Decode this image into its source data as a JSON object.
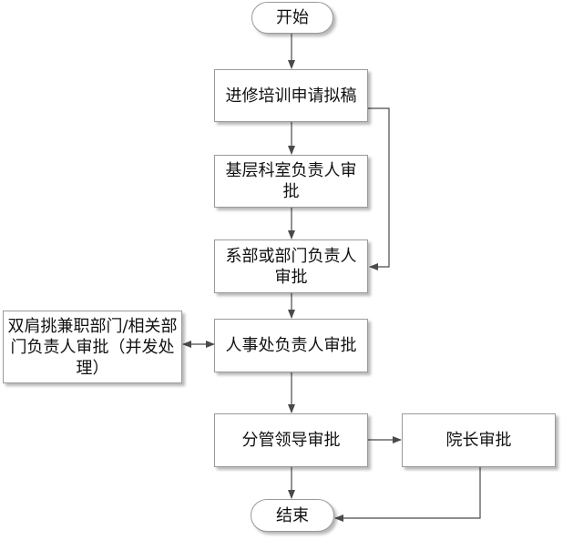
{
  "nodes": {
    "start": "开始",
    "draft": "进修培训申请拟稿",
    "dept_head": "基层科室负责人审批",
    "faculty_head": "系部或部门负责人审批",
    "hr_head": "人事处负责人审批",
    "joint_dept": "双肩挑兼职部门/相关部门负责人审批（并发处理）",
    "vp": "分管领导审批",
    "president": "院长审批",
    "end": "结束"
  }
}
